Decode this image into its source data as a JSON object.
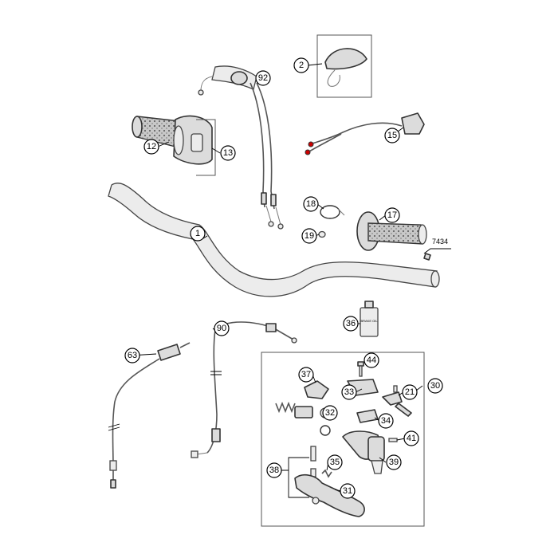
{
  "callouts": {
    "c1": "1",
    "c2": "2",
    "c12": "12",
    "c13": "13",
    "c15": "15",
    "c17": "17",
    "c18": "18",
    "c19": "19",
    "c21": "21",
    "c30": "30",
    "c31": "31",
    "c32": "32",
    "c33": "33",
    "c34": "34",
    "c35": "35",
    "c36": "36",
    "c37": "37",
    "c38": "38",
    "c39": "39",
    "c41": "41",
    "c44": "44",
    "c63": "63",
    "c90": "90",
    "c92": "92"
  },
  "labels": {
    "part_code": "7434",
    "bottle_label": "BRAKE OIL"
  }
}
